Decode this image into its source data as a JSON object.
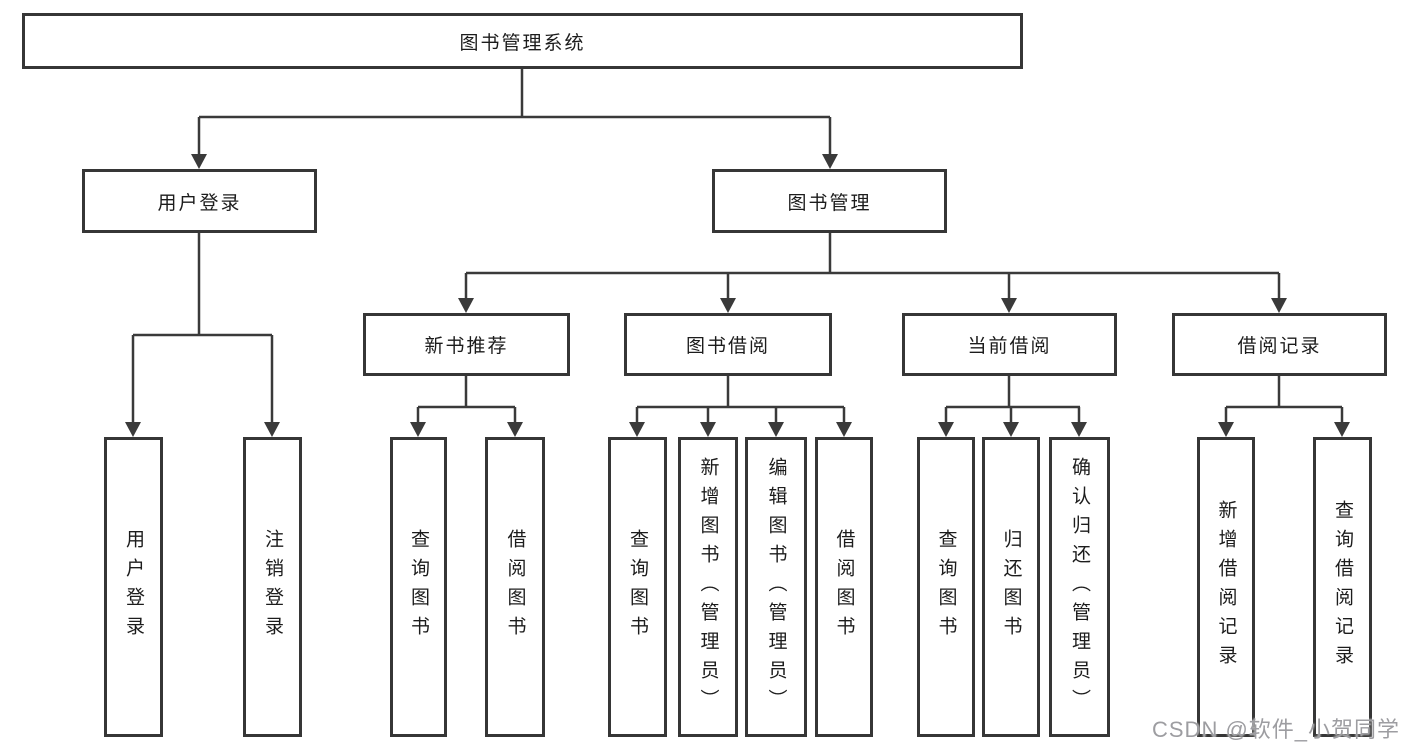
{
  "tree": {
    "root": "图书管理系统",
    "branches": [
      {
        "label": "用户登录",
        "leaves": [
          "用户登录",
          "注销登录"
        ]
      },
      {
        "label": "图书管理",
        "sections": [
          {
            "label": "新书推荐",
            "leaves": [
              "查询图书",
              "借阅图书"
            ]
          },
          {
            "label": "图书借阅",
            "leaves": [
              "查询图书",
              "新增图书（管理员）",
              "编辑图书（管理员）",
              "借阅图书"
            ]
          },
          {
            "label": "当前借阅",
            "leaves": [
              "查询图书",
              "归还图书",
              "确认归还（管理员）"
            ]
          },
          {
            "label": "借阅记录",
            "leaves": [
              "新增借阅记录",
              "查询借阅记录"
            ]
          }
        ]
      }
    ]
  },
  "watermark": "CSDN @软件_小贺同学",
  "colors": {
    "line": "#3a3a3a",
    "box_border": "#363636",
    "box_background": "#ffffff",
    "text": "#1c1c1c",
    "watermark": "#9d9da1"
  }
}
